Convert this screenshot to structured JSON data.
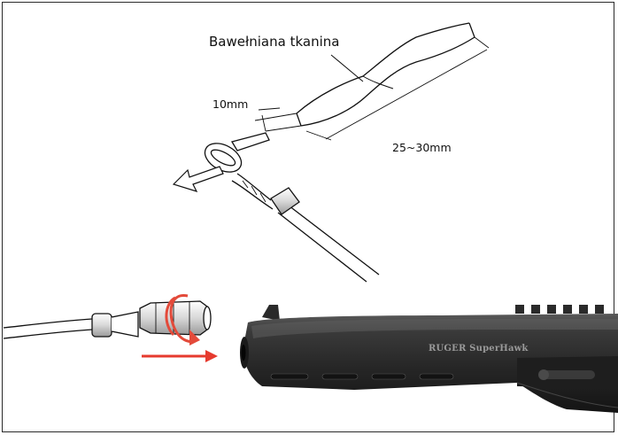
{
  "labels": {
    "fabric": "Bawełniana tkanina",
    "width_small": "10mm",
    "length_range": "25~30mm",
    "engraving": "RUGER SuperHawk"
  },
  "colors": {
    "line": "#111111",
    "arrow_red": "#e63a2e",
    "rotate_red": "#e34a3a",
    "barrel_dark": "#2b2b2b",
    "barrel_highlight": "#6a6a6a",
    "engraving": "#9a9a9a"
  },
  "icons": {
    "pull_arrow": "outline-arrow-left",
    "insert_arrow": "red-arrow-right",
    "rotate": "circular-rotate-arrow"
  }
}
